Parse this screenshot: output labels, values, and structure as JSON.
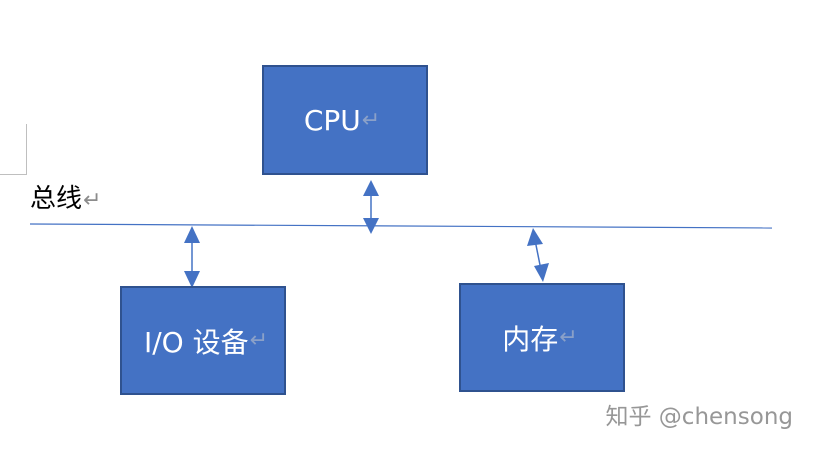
{
  "diagram": {
    "bus_label": "总线",
    "return_mark": "↵",
    "nodes": {
      "cpu": "CPU",
      "io": "I/O 设备",
      "memory": "内存"
    },
    "colors": {
      "box_fill": "#4472c4",
      "box_border": "#2f528f",
      "bus_line": "#4472c4",
      "arrow": "#4472c4"
    }
  },
  "watermark": "知乎 @chensong"
}
